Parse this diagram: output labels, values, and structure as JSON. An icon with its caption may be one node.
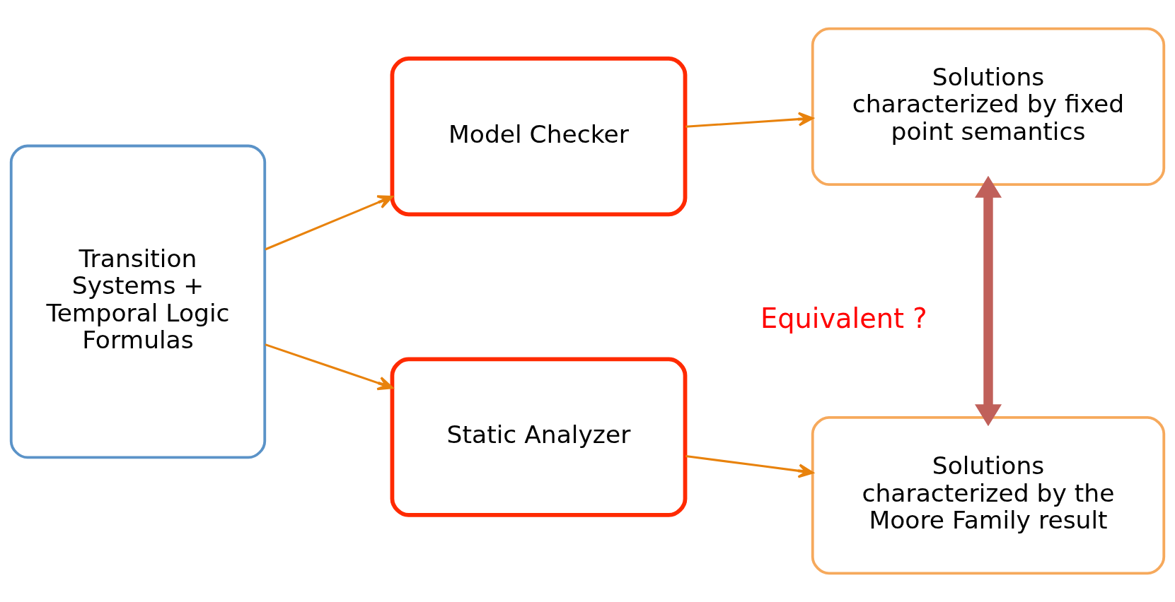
{
  "diagram": {
    "nodes": [
      {
        "text": [
          "Transition Systems + Temporal Logic Formulas"
        ]
      },
      {
        "text": [
          "Model Checker"
        ]
      },
      {
        "text": [
          "Static Analyzer"
        ]
      },
      {
        "text": [
          "Solutions characterized by fixed point semantics"
        ]
      },
      {
        "text": [
          "Solutions characterized by the Moore Family result"
        ]
      }
    ],
    "edges": [
      {
        "from": 0,
        "to": 1,
        "arrow": "to"
      },
      {
        "from": 0,
        "to": 2,
        "arrow": "to"
      },
      {
        "from": 1,
        "to": 3,
        "arrow": "to"
      },
      {
        "from": 2,
        "to": 4,
        "arrow": "to"
      },
      {
        "from": 3,
        "to": 4,
        "arrow": "both",
        "style": "thick",
        "color": "#c0605a",
        "label": "Equivalent ?"
      }
    ]
  }
}
